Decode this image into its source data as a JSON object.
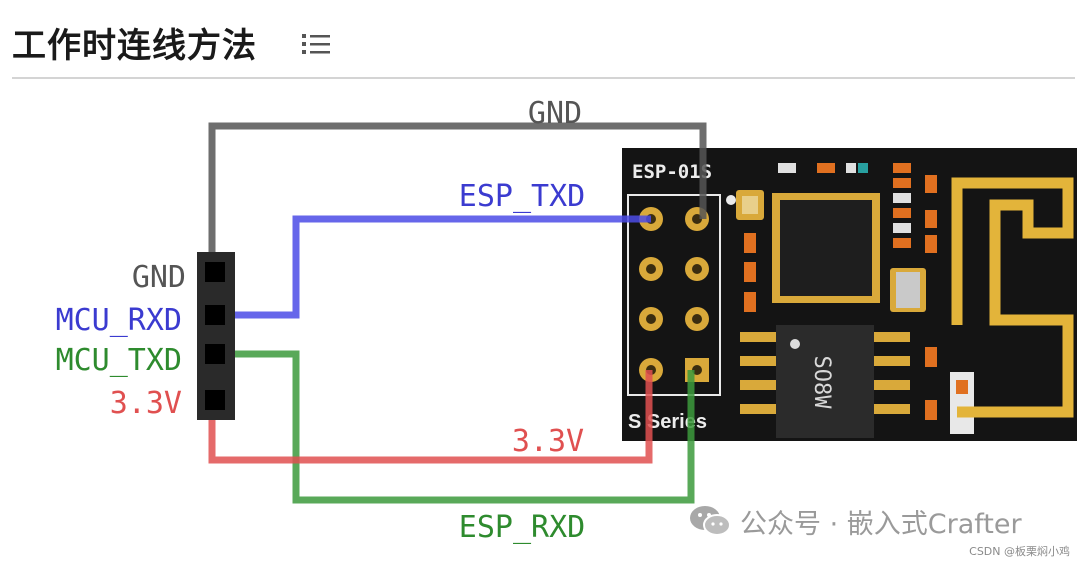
{
  "page": {
    "title": "工作时连线方法",
    "toc_icon": "list-icon"
  },
  "diagram": {
    "wire_labels": {
      "gnd": "GND",
      "esp_txd": "ESP_TXD",
      "v33": "3.3V",
      "esp_rxd": "ESP_RXD"
    },
    "header_pins": [
      "GND",
      "MCU_RXD",
      "MCU_TXD",
      "3.3V"
    ],
    "module": {
      "name": "ESP-01S",
      "series_text": "S Series",
      "chip_marking": "SO8W"
    },
    "colors": {
      "gnd": "#555555",
      "rxd_line": "#4b4be6",
      "txd_line": "#3c9a3c",
      "power": "#e05050",
      "mcu_rxd_label": "#3b3bd0",
      "mcu_txd_label": "#2e8b2e",
      "board": "#141414",
      "antenna": "#e3b43a"
    }
  },
  "watermark": {
    "text": "公众号 · 嵌入式Crafter",
    "icon": "wechat-icon"
  },
  "credit": "CSDN @板栗焖小鸡"
}
